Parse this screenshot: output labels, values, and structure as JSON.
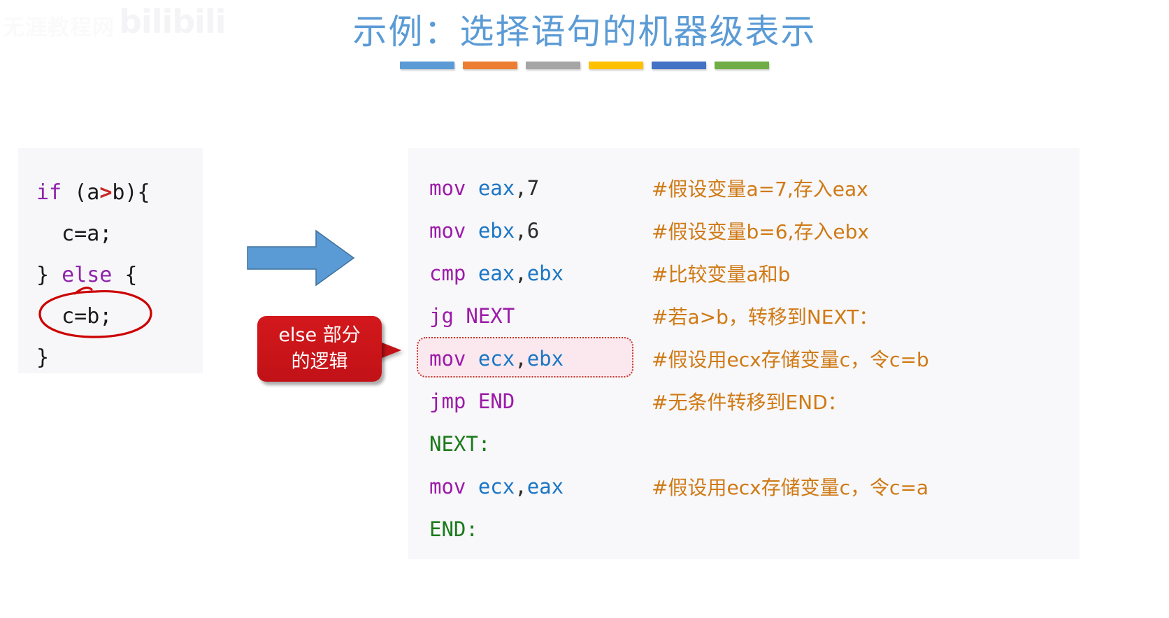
{
  "watermark": {
    "text": "无涯教程网",
    "logo": "bilibili"
  },
  "title": {
    "text": "示例：选择语句的机器级表示",
    "color": "#5b9bd5",
    "rule_colors": [
      "#5b9bd5",
      "#ed7d31",
      "#a5a5a5",
      "#ffc000",
      "#4472c4",
      "#70ad47"
    ]
  },
  "c_code": {
    "lines": [
      {
        "parts": [
          {
            "t": "if",
            "c": "kw"
          },
          {
            "t": " (a",
            "c": "plain"
          },
          {
            "t": ">",
            "c": "gt"
          },
          {
            "t": "b){",
            "c": "plain"
          }
        ]
      },
      {
        "parts": [
          {
            "t": "  c=a;",
            "c": "plain"
          }
        ]
      },
      {
        "parts": [
          {
            "t": "} ",
            "c": "plain"
          },
          {
            "t": "else",
            "c": "kw"
          },
          {
            "t": " {",
            "c": "plain"
          }
        ]
      },
      {
        "parts": [
          {
            "t": "  c=b;",
            "c": "plain"
          }
        ]
      },
      {
        "parts": [
          {
            "t": "}",
            "c": "plain"
          }
        ]
      }
    ],
    "annotation": "red-ellipse-around-c-equals-b"
  },
  "arrow": {
    "direction": "right",
    "color": "#5b9bd5"
  },
  "callout": {
    "line1": "else 部分",
    "line2": "的逻辑",
    "color": "#c11217"
  },
  "asm": {
    "rows": [
      {
        "code": [
          {
            "t": "mov ",
            "c": "mn"
          },
          {
            "t": "eax",
            "c": "reg"
          },
          {
            "t": ",",
            "c": "punct"
          },
          {
            "t": "7",
            "c": "num"
          }
        ],
        "comment": "#假设变量a=7,存入eax",
        "highlighted": false
      },
      {
        "code": [
          {
            "t": "mov ",
            "c": "mn"
          },
          {
            "t": "ebx",
            "c": "reg"
          },
          {
            "t": ",",
            "c": "punct"
          },
          {
            "t": "6",
            "c": "num"
          }
        ],
        "comment": "#假设变量b=6,存入ebx",
        "highlighted": false
      },
      {
        "code": [
          {
            "t": "cmp ",
            "c": "mn"
          },
          {
            "t": "eax",
            "c": "reg"
          },
          {
            "t": ",",
            "c": "punct"
          },
          {
            "t": "ebx",
            "c": "reg"
          }
        ],
        "comment": "#比较变量a和b",
        "highlighted": false
      },
      {
        "code": [
          {
            "t": "jg ",
            "c": "mn"
          },
          {
            "t": "NEXT",
            "c": "lbl-purple"
          }
        ],
        "comment": "#若a>b，转移到NEXT：",
        "highlighted": false
      },
      {
        "code": [
          {
            "t": "mov ",
            "c": "mn"
          },
          {
            "t": "ecx",
            "c": "reg"
          },
          {
            "t": ",",
            "c": "punct"
          },
          {
            "t": "ebx",
            "c": "reg"
          }
        ],
        "comment": "#假设用ecx存储变量c，令c=b",
        "highlighted": true
      },
      {
        "code": [
          {
            "t": "jmp ",
            "c": "mn"
          },
          {
            "t": "END",
            "c": "lbl-purple"
          }
        ],
        "comment": "#无条件转移到END：",
        "highlighted": false
      },
      {
        "code": [
          {
            "t": "NEXT:",
            "c": "lbl-green"
          }
        ],
        "comment": "",
        "highlighted": false
      },
      {
        "code": [
          {
            "t": "mov ",
            "c": "mn"
          },
          {
            "t": "ecx",
            "c": "reg"
          },
          {
            "t": ",",
            "c": "punct"
          },
          {
            "t": "eax",
            "c": "reg"
          }
        ],
        "comment": "#假设用ecx存储变量c，令c=a",
        "highlighted": false
      },
      {
        "code": [
          {
            "t": "END:",
            "c": "lbl-green"
          }
        ],
        "comment": "",
        "highlighted": false
      }
    ]
  }
}
